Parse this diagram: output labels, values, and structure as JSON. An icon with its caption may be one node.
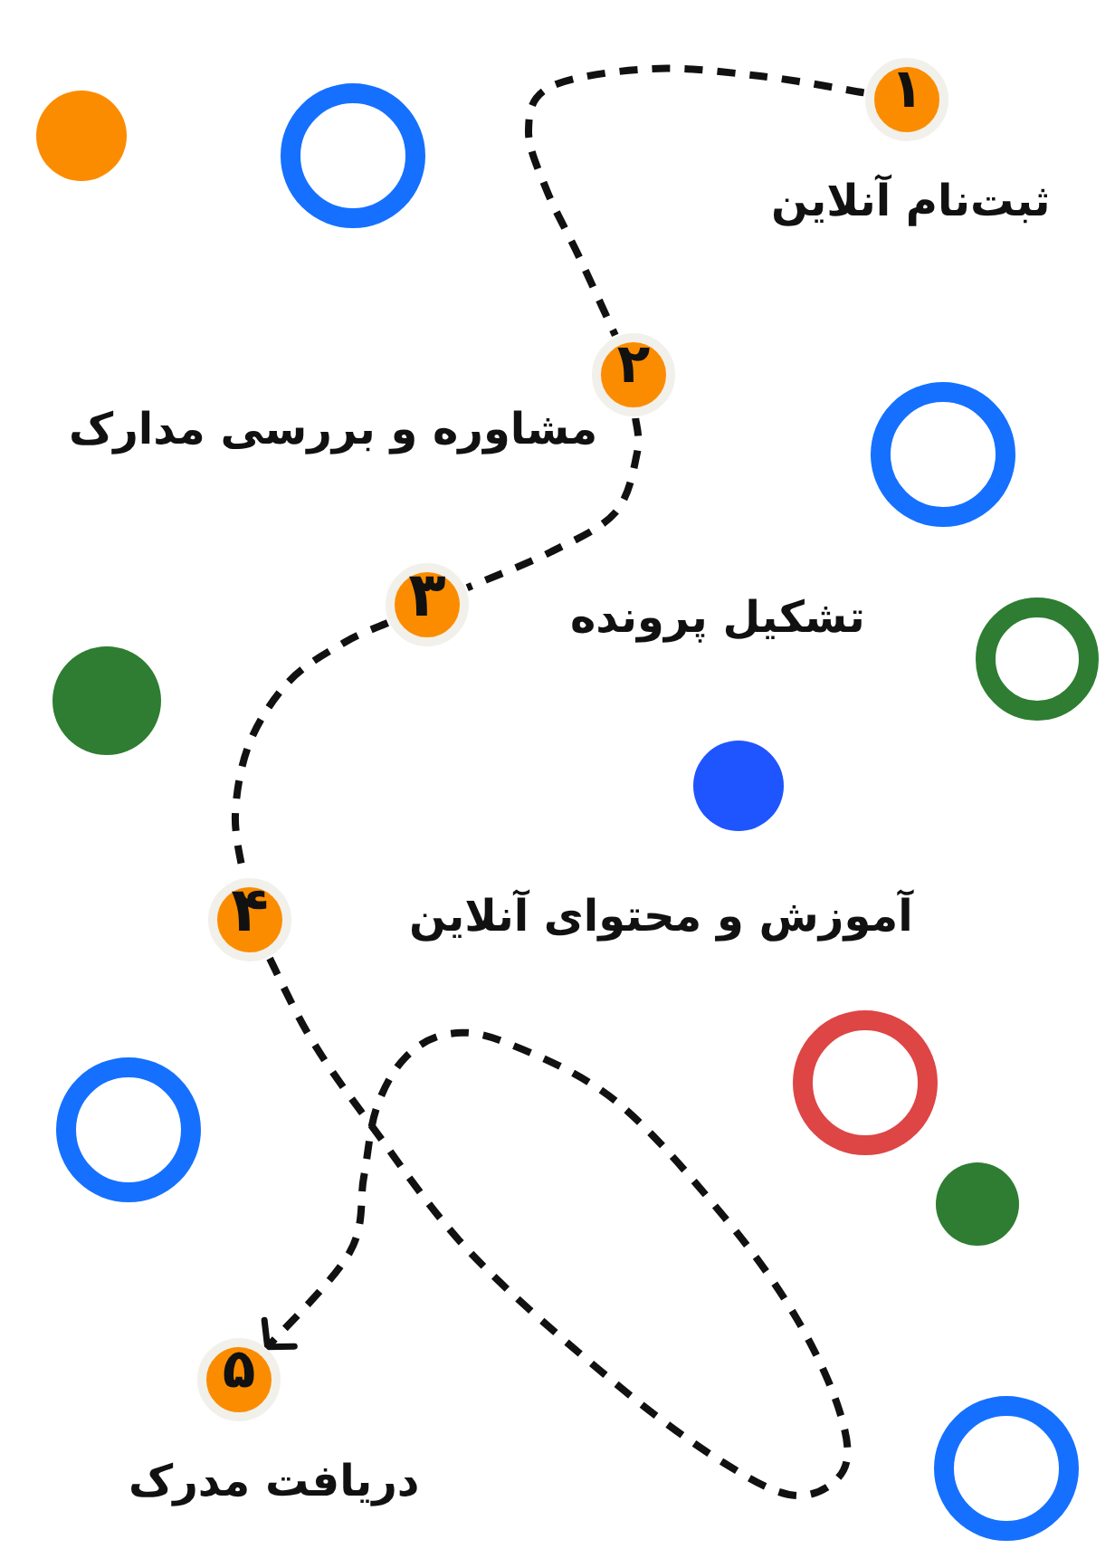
{
  "diagram": {
    "nodes": [
      {
        "text": [
          "۱"
        ],
        "beside": [
          "ثبت‌نام آنلاین"
        ]
      },
      {
        "text": [
          "۲"
        ],
        "beside": [
          "مشاوره و بررسی مدارک"
        ]
      },
      {
        "text": [
          "۳"
        ],
        "beside": [
          "تشکیل پرونده"
        ]
      },
      {
        "text": [
          "۴"
        ],
        "beside": [
          "آموزش و محتوای آنلاین"
        ]
      },
      {
        "text": [
          "۵"
        ],
        "beside": [
          "دریافت مدرک"
        ]
      }
    ],
    "edges": [
      {
        "from": 0,
        "to": 1,
        "arrow": "none",
        "style": "dashed"
      },
      {
        "from": 1,
        "to": 2,
        "arrow": "none",
        "style": "dashed"
      },
      {
        "from": 2,
        "to": 3,
        "arrow": "none",
        "style": "dashed"
      },
      {
        "from": 3,
        "to": 4,
        "arrow": "to",
        "style": "dashed"
      }
    ]
  }
}
